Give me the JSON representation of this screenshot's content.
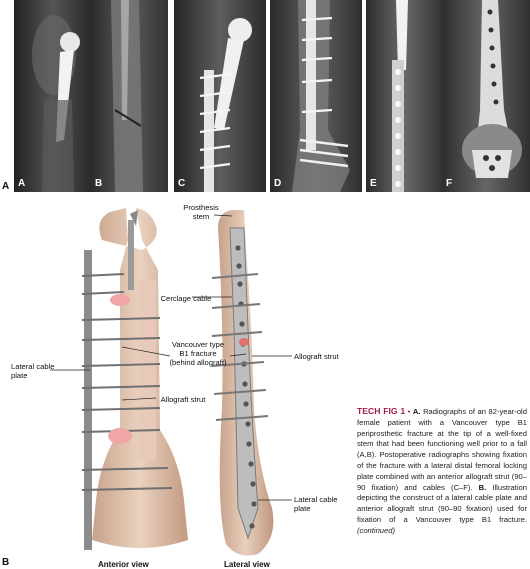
{
  "xray_labels": [
    "A",
    "B",
    "C",
    "D",
    "E",
    "F"
  ],
  "panel_a_letter": "A",
  "panel_b_letter": "B",
  "annotations": {
    "prosthesis_stem": "Prosthesis\nstem",
    "cerclage_cable": "Cerclage cable",
    "vancouver_fracture": "Vancouver type\nB1 fracture\n(behind allograft)",
    "lateral_cable_plate_left": "Lateral cable\nplate",
    "allograft_strut_left": "Allograft strut",
    "allograft_strut_right": "Allograft strut",
    "lateral_cable_plate_right": "Lateral cable\nplate"
  },
  "views": {
    "anterior": "Anterior view",
    "lateral": "Lateral view"
  },
  "caption": {
    "fig_label": "TECH FIG 1",
    "bullet": "•",
    "part_a_letter": "A.",
    "part_a_text": "Radiographs of an 82-year-old female patient with a Vancouver type B1 periprosthetic fracture at the tip of a well-fixed stem that had been functioning well prior to a fall (A,B). Postoperative radiographs showing fixation of the fracture with a lateral distal femoral locking plate combined with an anterior allograft strut (90–90 fixation) and cables (C–F).",
    "part_b_letter": "B.",
    "part_b_text": "Illustration depicting the construct of a lateral cable plate and anterior allograft strut (90–90 fixation) used for fixation of a Vancouver type B1 fracture.",
    "continued": "(continued)"
  }
}
